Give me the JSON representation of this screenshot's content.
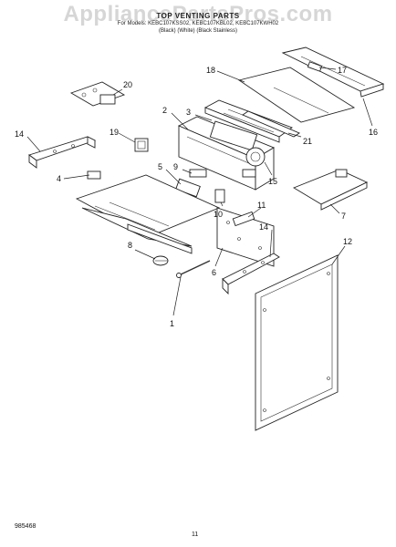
{
  "header": {
    "watermark": "AppliancePartsPros.com",
    "title": "TOP VENTING PARTS",
    "models": "For Models: KEBC107KSS02, KEBC107KBL02, KEBC107KWH02",
    "variants": "(Black)        (White)      (Black Stainless)"
  },
  "footer": {
    "code": "985468",
    "page": "11"
  },
  "callouts": [
    {
      "n": "1"
    },
    {
      "n": "2"
    },
    {
      "n": "3"
    },
    {
      "n": "4"
    },
    {
      "n": "5"
    },
    {
      "n": "6"
    },
    {
      "n": "7"
    },
    {
      "n": "8"
    },
    {
      "n": "9"
    },
    {
      "n": "10"
    },
    {
      "n": "11"
    },
    {
      "n": "12"
    },
    {
      "n": "14"
    },
    {
      "n": "14"
    },
    {
      "n": "15"
    },
    {
      "n": "16"
    },
    {
      "n": "17"
    },
    {
      "n": "18"
    },
    {
      "n": "19"
    },
    {
      "n": "20"
    },
    {
      "n": "21"
    }
  ]
}
